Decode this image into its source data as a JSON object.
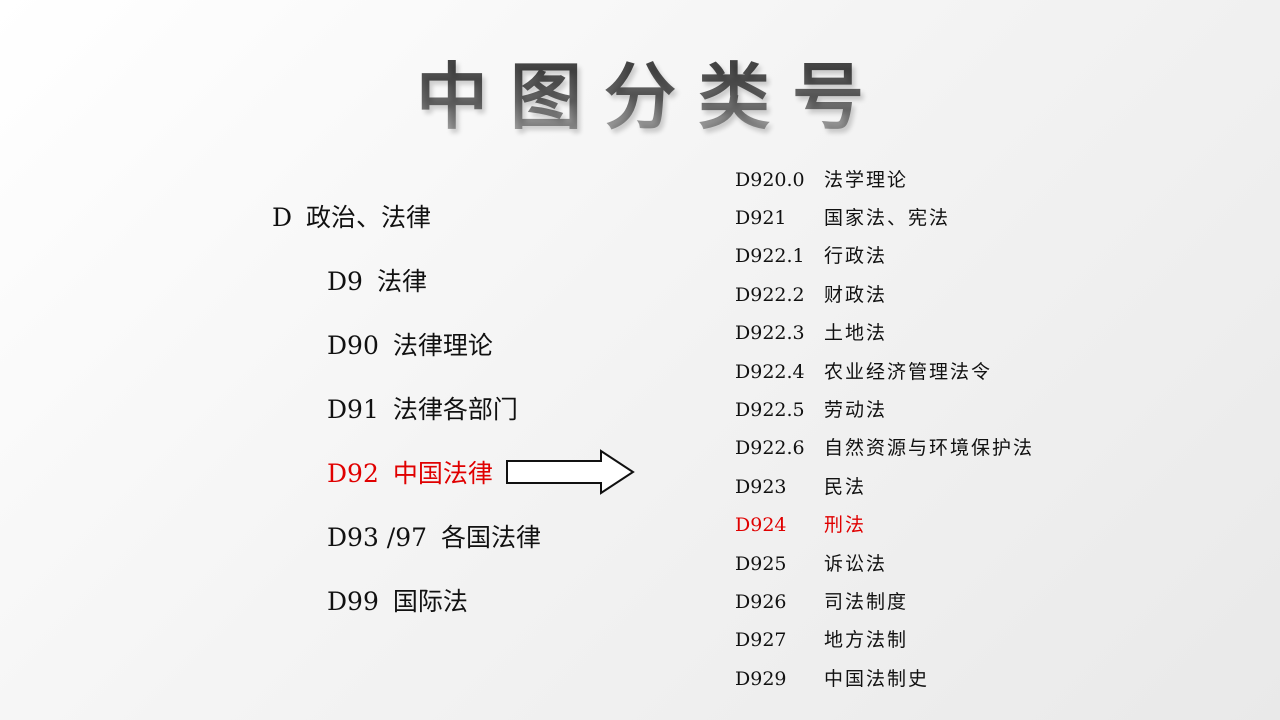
{
  "title": "中图分类号",
  "colors": {
    "highlight": "#e00000",
    "text": "#111111"
  },
  "left": {
    "category": {
      "code": "D",
      "label": "政治、法律"
    },
    "items": [
      {
        "code": "D9",
        "label": "法律"
      },
      {
        "code": "D90",
        "label": "法律理论"
      },
      {
        "code": "D91",
        "label": "法律各部门"
      },
      {
        "code": "D92",
        "label": "中国法律",
        "highlighted": true
      },
      {
        "code": "D93 /97",
        "label": "各国法律"
      },
      {
        "code": "D99",
        "label": "国际法"
      }
    ]
  },
  "arrow_icon": "right-arrow-icon",
  "right": {
    "items": [
      {
        "code": "D920.0",
        "label": "法学理论"
      },
      {
        "code": "D921",
        "label": "国家法、宪法"
      },
      {
        "code": "D922.1",
        "label": "行政法"
      },
      {
        "code": "D922.2",
        "label": "财政法"
      },
      {
        "code": "D922.3",
        "label": "土地法"
      },
      {
        "code": "D922.4",
        "label": "农业经济管理法令"
      },
      {
        "code": "D922.5",
        "label": "劳动法"
      },
      {
        "code": "D922.6",
        "label": "自然资源与环境保护法"
      },
      {
        "code": "D923",
        "label": "民法"
      },
      {
        "code": "D924",
        "label": "刑法",
        "highlighted": true
      },
      {
        "code": "D925",
        "label": "诉讼法"
      },
      {
        "code": "D926",
        "label": "司法制度"
      },
      {
        "code": "D927",
        "label": "地方法制"
      },
      {
        "code": "D929",
        "label": "中国法制史"
      }
    ]
  }
}
